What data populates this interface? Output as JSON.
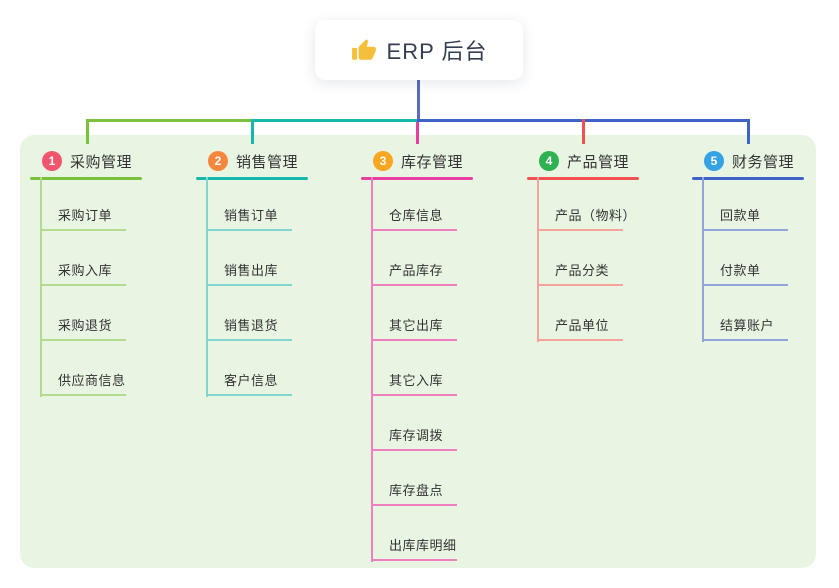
{
  "root": {
    "icon": "thumbs-up",
    "label": "ERP 后台"
  },
  "colors": {
    "page_bg": "#ffffff",
    "panel_bg": "#e9f5e3",
    "card_bg": "#ffffff",
    "root_text": "#333f50",
    "node_text": "#333333",
    "root_connector": "#5b6bc0",
    "thumb_yellow": "#f5bf3b"
  },
  "branches": [
    {
      "num": "1",
      "title": "采购管理",
      "badge_color": "#f1566e",
      "line_color": "#7cc13d",
      "child_line_color": "#b3da8e",
      "children": [
        "采购订单",
        "采购入库",
        "采购退货",
        "供应商信息"
      ]
    },
    {
      "num": "2",
      "title": "销售管理",
      "badge_color": "#f6873d",
      "line_color": "#16b8ae",
      "child_line_color": "#83d6cf",
      "children": [
        "销售订单",
        "销售出库",
        "销售退货",
        "客户信息"
      ]
    },
    {
      "num": "3",
      "title": "库存管理",
      "badge_color": "#f9a723",
      "line_color": "#e63f9f",
      "child_line_color": "#f07fc2",
      "children": [
        "仓库信息",
        "产品库存",
        "其它出库",
        "其它入库",
        "库存调拨",
        "库存盘点",
        "出库库明细"
      ]
    },
    {
      "num": "4",
      "title": "产品管理",
      "badge_color": "#2eb150",
      "line_color": "#f15150",
      "child_line_color": "#f8a29c",
      "children": [
        "产品（物料）",
        "产品分类",
        "产品单位"
      ]
    },
    {
      "num": "5",
      "title": "财务管理",
      "badge_color": "#33a3e5",
      "line_color": "#3e62c6",
      "child_line_color": "#92a5da",
      "children": [
        "回款单",
        "付款单",
        "结算账户"
      ]
    }
  ]
}
